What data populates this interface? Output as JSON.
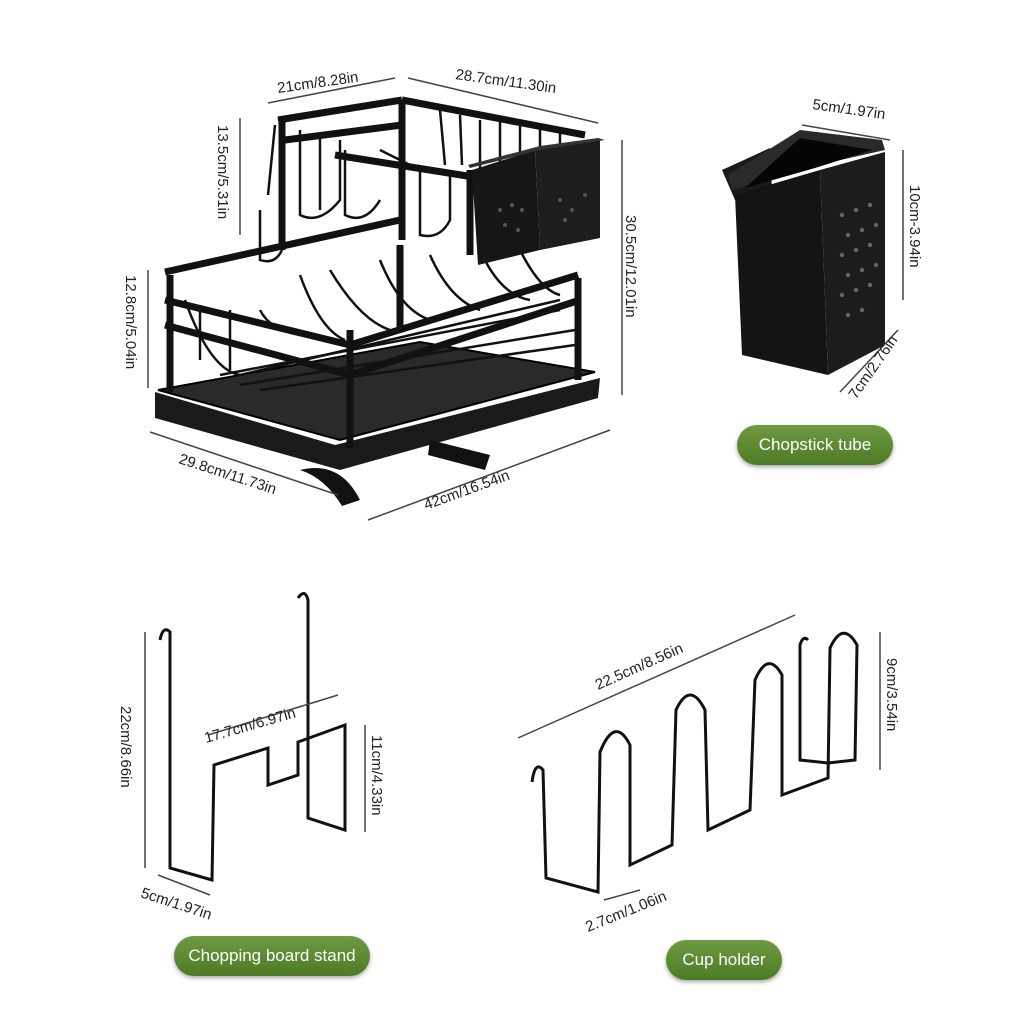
{
  "rack": {
    "dims": {
      "top_depth": "21cm/8.28in",
      "top_width": "28.7cm/11.30in",
      "upper_height": "13.5cm/5.31in",
      "total_height": "30.5cm/12.01in",
      "lower_height": "12.8cm/5.04in",
      "base_depth": "29.8cm/11.73in",
      "base_width": "42cm/16.54in"
    }
  },
  "chopstick_tube": {
    "label": "Chopstick tube",
    "dims": {
      "width": "5cm/1.97in",
      "height": "10cm-3.94in",
      "depth": "7cm/2.76in"
    }
  },
  "board_stand": {
    "label": "Chopping board stand",
    "dims": {
      "height": "22cm/8.66in",
      "width": "17.7cm/6.97in",
      "inner_height": "11cm/4.33in",
      "depth": "5cm/1.97in"
    }
  },
  "cup_holder": {
    "label": "Cup holder",
    "dims": {
      "length": "22.5cm/8.56in",
      "height": "9cm/3.54in",
      "gap": "2.7cm/1.06in"
    }
  },
  "colors": {
    "metal": "#111111",
    "dim_line": "#444444",
    "pill": "#5b8a30"
  }
}
